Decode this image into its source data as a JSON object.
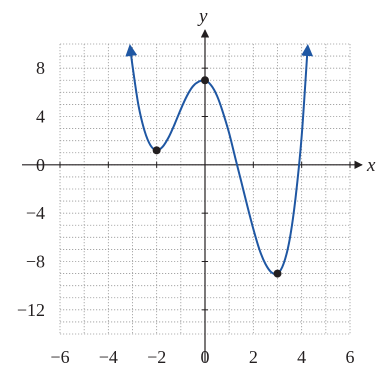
{
  "chart_data": {
    "type": "line",
    "title": "",
    "xlabel": "x",
    "ylabel": "y",
    "xlim": [
      -6,
      6
    ],
    "ylim": [
      -14,
      10
    ],
    "grid": true,
    "x_ticks": [
      -6,
      -4,
      -2,
      0,
      2,
      4,
      6
    ],
    "x_tick_labels": [
      "−6",
      "−4",
      "−2",
      "0",
      "2",
      "4",
      "6"
    ],
    "y_ticks": [
      8,
      4,
      0,
      -4,
      -8,
      -12
    ],
    "y_tick_labels": [
      "8",
      "4",
      "0",
      "−4",
      "−8",
      "−12"
    ],
    "series": [
      {
        "x": [
          -3.1,
          -3.0,
          -2.75,
          -2.5,
          -2.25,
          -2.0,
          -1.75,
          -1.5,
          -1.25,
          -1.0,
          -0.75,
          -0.5,
          -0.25,
          0.0,
          0.25,
          0.5,
          0.75,
          1.0,
          1.25,
          1.5,
          1.75,
          2.0,
          2.25,
          2.5,
          2.75,
          3.0,
          3.25,
          3.5,
          3.75,
          4.0,
          4.25
        ],
        "values": [
          9.8,
          8.2,
          4.9,
          2.8,
          1.6,
          1.2,
          1.5,
          2.3,
          3.4,
          4.6,
          5.7,
          6.5,
          6.9,
          7.0,
          6.6,
          5.7,
          4.3,
          2.6,
          0.6,
          -1.4,
          -3.4,
          -5.3,
          -7.0,
          -8.2,
          -8.9,
          -9.0,
          -8.2,
          -6.2,
          -2.7,
          2.4,
          9.8
        ]
      }
    ],
    "points": [
      {
        "x": -2,
        "y": 1.2
      },
      {
        "x": 0,
        "y": 7
      },
      {
        "x": 3,
        "y": -9
      }
    ],
    "colors": {
      "curve": "#1f57a3",
      "grid": "#9a9a9a",
      "axis": "#231f20",
      "point": "#231f20"
    }
  }
}
